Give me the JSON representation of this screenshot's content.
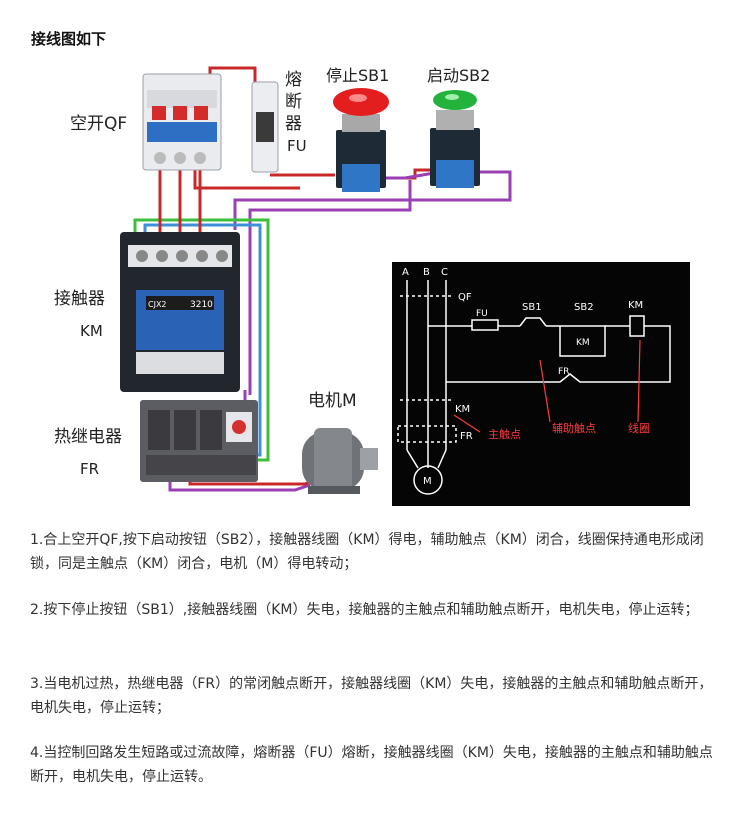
{
  "heading": "接线图如下",
  "labels": {
    "qf": "空开QF",
    "fuse_1": "熔",
    "fuse_2": "断",
    "fuse_3": "器",
    "fuse_4": "FU",
    "stop": "停止SB1",
    "start": "启动SB2",
    "contactor_1": "接触器",
    "contactor_2": "KM",
    "relay_1": "热继电器",
    "relay_2": "FR",
    "motor": "电机M",
    "contactor_model": "3210",
    "contactor_brand": "CJX2"
  },
  "schematic": {
    "phase_a": "A",
    "phase_b": "B",
    "phase_c": "C",
    "qf": "QF",
    "fu": "FU",
    "sb1": "SB1",
    "sb2": "SB2",
    "km_coil": "KM",
    "km_aux": "KM",
    "fr_ctrl": "FR",
    "km_main": "KM",
    "fr_main": "FR",
    "motor": "M",
    "main_contact": "主触点",
    "aux_contact": "辅助触点",
    "coil": "线圈"
  },
  "colors": {
    "wire_red": "#c8282a",
    "wire_purple": "#9b3fb5",
    "wire_green": "#3cbf3c",
    "wire_blue": "#3c8fd8",
    "stop_button": "#e41e1e",
    "start_button": "#23b23b",
    "schematic_bg": "#050505"
  },
  "paragraphs": [
    "1.合上空开QF,按下启动按钮（SB2），接触器线圈（KM）得电，辅助触点（KM）闭合，线圈保持通电形成闭锁，同是主触点（KM）闭合，电机（M）得电转动；",
    "2.按下停止按钮（SB1）,接触器线圈（KM）失电，接触器的主触点和辅助触点断开，电机失电，停止运转；",
    "3.当电机过热，热继电器（FR）的常闭触点断开，接触器线圈（KM）失电，接触器的主触点和辅助触点断开，电机失电，停止运转；",
    "4.当控制回路发生短路或过流故障，熔断器（FU）熔断，接触器线圈（KM）失电，接触器的主触点和辅助触点断开，电机失电，停止运转。"
  ]
}
